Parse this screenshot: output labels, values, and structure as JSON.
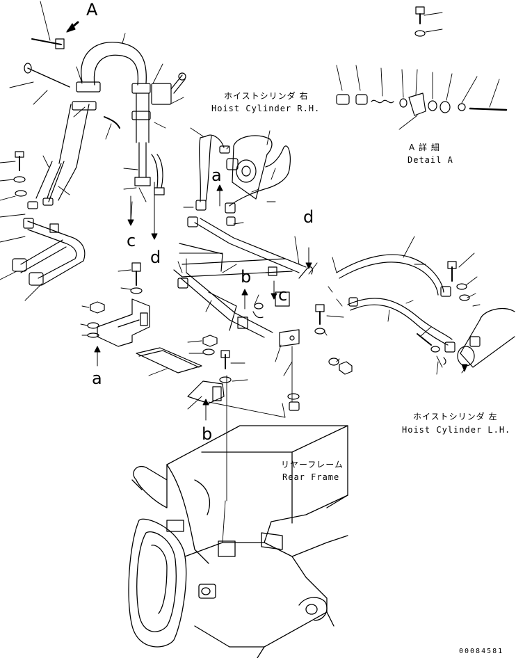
{
  "view_letters": {
    "a_top": "A",
    "a_left": "a",
    "a_mid": "a",
    "b_mid": "b",
    "b_bottom": "b",
    "c_left": "c",
    "c_mid": "c",
    "d_left": "d",
    "d_right": "d"
  },
  "labels": {
    "hoist_rh_jp": "ホイストシリンダ 右",
    "hoist_rh_en": "Hoist Cylinder R.H.",
    "hoist_lh_jp": "ホイストシリンダ 左",
    "hoist_lh_en": "Hoist Cylinder L.H.",
    "rear_frame_jp": "リヤーフレーム",
    "rear_frame_en": "Rear Frame",
    "detail_jp": "A 詳 細",
    "detail_en": "Detail A"
  },
  "drawing_number": "00084581",
  "colors": {
    "ink": "#000000",
    "paper": "#ffffff"
  }
}
